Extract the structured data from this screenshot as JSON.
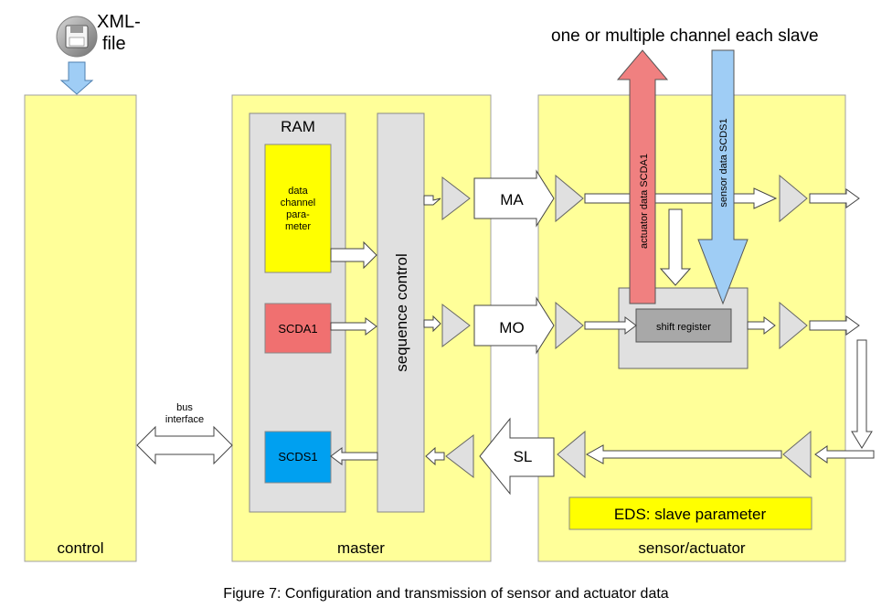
{
  "xml_file": {
    "line1": "XML-",
    "line2": "file",
    "icon": "floppy-disk-icon"
  },
  "top_label": "one or multiple channel each slave",
  "blocks": {
    "control": "control",
    "master": "master",
    "sensor_actuator": "sensor/actuator"
  },
  "bus_interface": {
    "line1": "bus",
    "line2": "interface"
  },
  "ram": {
    "title": "RAM",
    "param_lines": [
      "data",
      "channel",
      "para-",
      "meter"
    ],
    "scda1": "SCDA1",
    "scds1": "SCDS1"
  },
  "sequence_control": "sequence control",
  "lines": {
    "ma": "MA",
    "mo": "MO",
    "sl": "SL"
  },
  "actuator_data": "actuator data SCDA1",
  "sensor_data": "sensor data SCDS1",
  "shift_register": "shift register",
  "eds": "EDS: slave parameter",
  "caption": "Figure 7: Configuration and transmission of sensor and actuator data",
  "colors": {
    "block_fill": "#ffff99",
    "ram_fill": "#e0e0e0",
    "param_fill": "#ffff00",
    "scda1_fill": "#f07070",
    "scds1_fill": "#00a0f0",
    "actuator_arrow": "#f08080",
    "sensor_arrow": "#9fcdf5",
    "eds_fill": "#ffff00",
    "shift_register_fill": "#a8a8a8"
  }
}
